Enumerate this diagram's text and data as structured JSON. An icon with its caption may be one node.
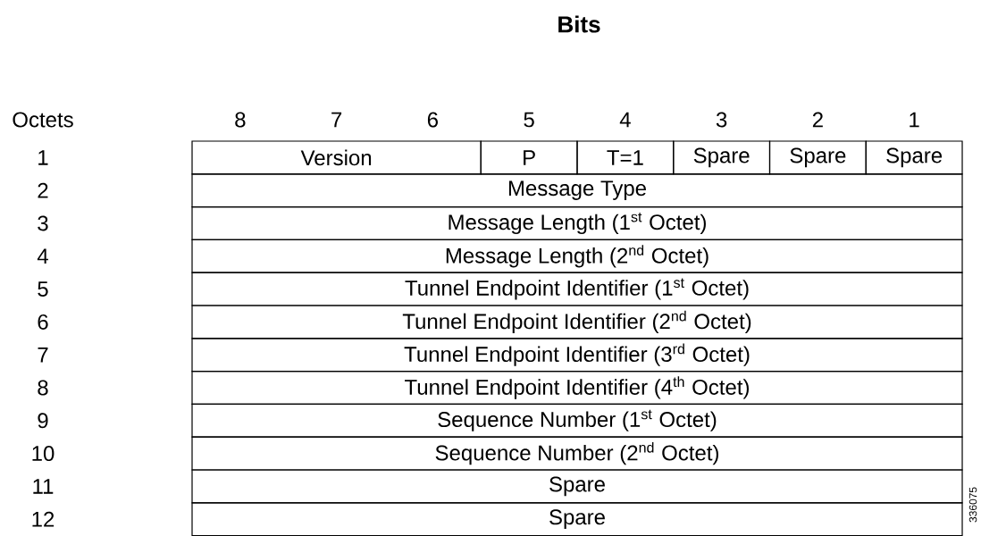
{
  "diagram": {
    "title": "Bits",
    "labels": [
      "Octets",
      "8",
      "7",
      "6",
      "5",
      "4",
      "3",
      "2",
      "1",
      "1",
      "Version",
      "P",
      "T=1",
      "Spare",
      "Spare",
      "Spare",
      "2",
      "Message Type",
      "3",
      "Message Length (1$^{st}$ Octet)",
      "4",
      "Message Length (2$^{nd}$ Octet)",
      "5",
      "Tunnel Endpoint Identifier (1$^{st}$ Octet)",
      "6",
      "Tunnel Endpoint Identifier (2$^{nd}$ Octet)",
      "7",
      "Tunnel Endpoint Identifier (3$^{rd}$ Octet)",
      "8",
      "Tunnel Endpoint Identifier (4$^{th}$ Octet)",
      "9",
      "Sequence Number (1$^{st}$ Octet)",
      "10",
      "Sequence Number (2$^{nd}$ Octet)",
      "11",
      "Spare",
      "12",
      "Spare",
      "336075"
    ]
  }
}
